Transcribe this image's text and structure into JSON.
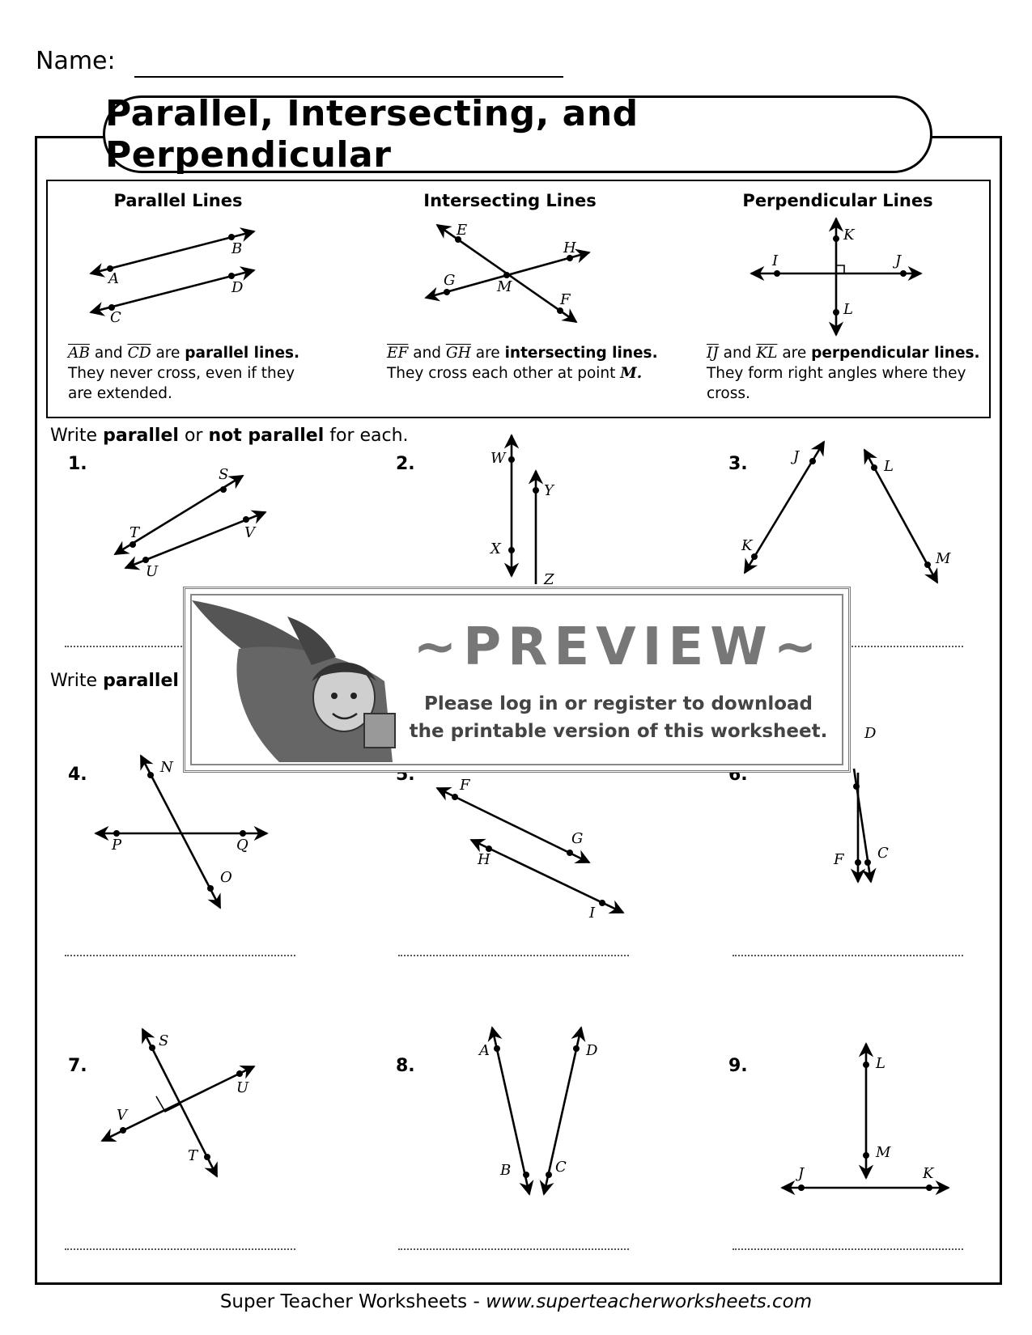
{
  "header": {
    "name_label": "Name:"
  },
  "title": "Parallel, Intersecting, and Perpendicular",
  "reference": {
    "parallel": {
      "heading": "Parallel Lines",
      "seg1": "AB",
      "and": "and",
      "seg2": "CD",
      "are": "are",
      "term": "parallel lines.",
      "desc": "They never cross, even if they are extended.",
      "labels": {
        "a": "A",
        "b": "B",
        "c": "C",
        "d": "D"
      }
    },
    "intersecting": {
      "heading": "Intersecting Lines",
      "seg1": "EF",
      "and": "and",
      "seg2": "GH",
      "are": "are",
      "term": "intersecting lines.",
      "desc": "They cross each other at point",
      "point": "M.",
      "labels": {
        "e": "E",
        "f": "F",
        "g": "G",
        "h": "H",
        "m": "M"
      }
    },
    "perpendicular": {
      "heading": "Perpendicular Lines",
      "seg1": "IJ",
      "and": "and",
      "seg2": "KL",
      "are": "are",
      "term": "perpendicular lines.",
      "desc": "They form right angles where they cross.",
      "labels": {
        "i": "I",
        "j": "J",
        "k": "K",
        "l": "L"
      }
    }
  },
  "section1": {
    "instruction_pre": "Write",
    "instruction_b1": "parallel",
    "instruction_or": "or",
    "instruction_b2": "not parallel",
    "instruction_post": "for each."
  },
  "section2": {
    "instruction_pre": "Write",
    "instruction_b1": "parallel"
  },
  "problems": {
    "p1": {
      "num": "1.",
      "labels": [
        "S",
        "T",
        "V",
        "U"
      ]
    },
    "p2": {
      "num": "2.",
      "labels": [
        "W",
        "Y",
        "X",
        "Z"
      ]
    },
    "p3": {
      "num": "3.",
      "labels": [
        "J",
        "L",
        "K",
        "M"
      ]
    },
    "p4": {
      "num": "4.",
      "labels": [
        "N",
        "P",
        "Q",
        "O"
      ]
    },
    "p5": {
      "num": "5.",
      "labels": [
        "F",
        "G",
        "H",
        "I"
      ]
    },
    "p6": {
      "num": "6.",
      "labels": [
        "D",
        "F",
        "C"
      ]
    },
    "p7": {
      "num": "7.",
      "labels": [
        "S",
        "U",
        "V",
        "T"
      ]
    },
    "p8": {
      "num": "8.",
      "labels": [
        "A",
        "D",
        "B",
        "C"
      ]
    },
    "p9": {
      "num": "9.",
      "labels": [
        "L",
        "M",
        "J",
        "K"
      ]
    }
  },
  "preview": {
    "title": "~PREVIEW~",
    "line1": "Please log in or register to download",
    "line2": "the printable version of this worksheet."
  },
  "footer": {
    "brand": "Super Teacher Worksheets - ",
    "url": "www.superteacherworksheets.com"
  }
}
